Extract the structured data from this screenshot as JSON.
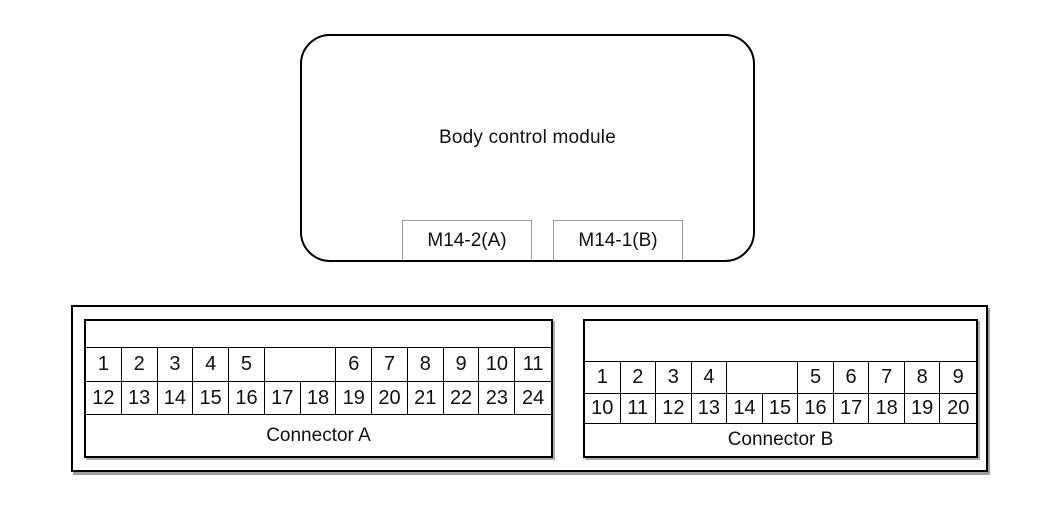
{
  "module": {
    "title": "Body control module",
    "connector_tags": [
      {
        "label": "M14-2(A)"
      },
      {
        "label": "M14-1(B)"
      }
    ]
  },
  "connector_a": {
    "label": "Connector A",
    "row1": {
      "left": [
        "1",
        "2",
        "3",
        "4",
        "5"
      ],
      "right": [
        "6",
        "7",
        "8",
        "9",
        "10",
        "11"
      ]
    },
    "row2": [
      "12",
      "13",
      "14",
      "15",
      "16",
      "17",
      "18",
      "19",
      "20",
      "21",
      "22",
      "23",
      "24"
    ]
  },
  "connector_b": {
    "label": "Connector B",
    "row1": {
      "left": [
        "1",
        "2",
        "3",
        "4"
      ],
      "right": [
        "5",
        "6",
        "7",
        "8",
        "9"
      ]
    },
    "row2": [
      "10",
      "11",
      "12",
      "13",
      "14",
      "15",
      "16",
      "17",
      "18",
      "19",
      "20"
    ]
  },
  "colors": {
    "line": "#000000",
    "tag_border": "#999999",
    "shadow": "#9e9e9e"
  }
}
